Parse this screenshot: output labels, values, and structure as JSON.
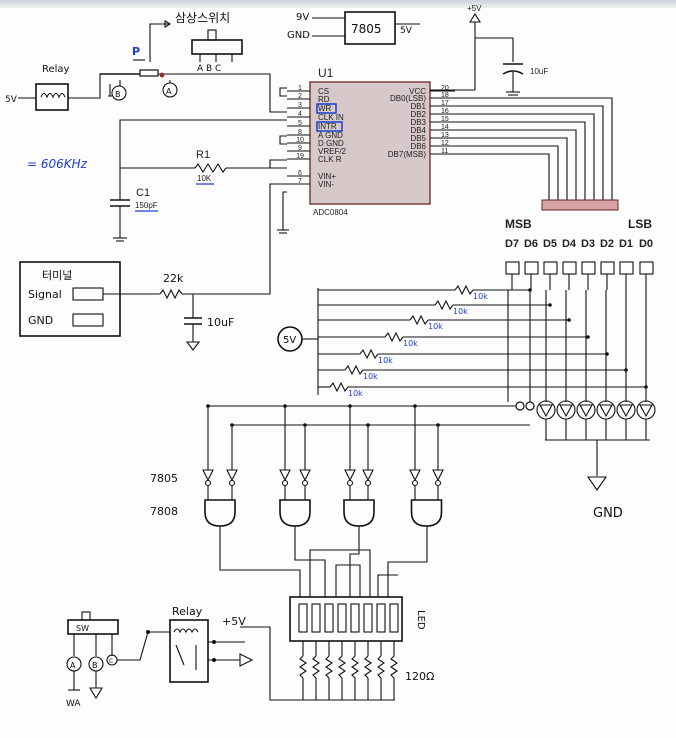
{
  "schematic": {
    "chip": {
      "ref": "U1",
      "part": "ADC0804",
      "left_pins": [
        {
          "num": "1",
          "name": "CS"
        },
        {
          "num": "2",
          "name": "RD"
        },
        {
          "num": "3",
          "name": "WR"
        },
        {
          "num": "4",
          "name": "CLK IN"
        },
        {
          "num": "5",
          "name": "INTR"
        },
        {
          "num": "8",
          "name": "A GND"
        },
        {
          "num": "10",
          "name": "D GND"
        },
        {
          "num": "9",
          "name": "VREF/2"
        },
        {
          "num": "19",
          "name": "CLK R"
        },
        {
          "num": "6",
          "name": "VIN+"
        },
        {
          "num": "7",
          "name": "VIN-"
        }
      ],
      "right_pins": [
        {
          "num": "20",
          "name": "VCC"
        },
        {
          "num": "18",
          "name": "DB0(LSB)"
        },
        {
          "num": "17",
          "name": "DB1"
        },
        {
          "num": "16",
          "name": "DB2"
        },
        {
          "num": "15",
          "name": "DB3"
        },
        {
          "num": "14",
          "name": "DB4"
        },
        {
          "num": "13",
          "name": "DB5"
        },
        {
          "num": "12",
          "name": "DB6"
        },
        {
          "num": "11",
          "name": "DB7(MSB)"
        }
      ]
    },
    "regulator": {
      "input_9v": "9V",
      "ground": "GND",
      "part": "7805",
      "output": "5V"
    },
    "supply": {
      "plus5v": "+5V",
      "cap": "10uF"
    },
    "relay_top": {
      "label": "Relay",
      "supply": "5V",
      "contact_a": "A",
      "contact_b": "B",
      "p_label": "P"
    },
    "switch_top": {
      "label": "삼상스위치",
      "pins": [
        "A",
        "B",
        "C"
      ]
    },
    "clock": {
      "freq_note": "= 606KHz",
      "r1": "R1",
      "r1_val": "10K",
      "c1": "C1",
      "c1_val": "150pF"
    },
    "terminal": {
      "title": "터미널",
      "signal": "Signal",
      "gnd": "GND"
    },
    "input_filter": {
      "resistor": "22k",
      "cap": "10uF"
    },
    "bits": {
      "msb": "MSB",
      "lsb": "LSB",
      "labels": [
        "D7",
        "D6",
        "D5",
        "D4",
        "D3",
        "D2",
        "D1",
        "D0"
      ]
    },
    "pull_resistors": [
      "10k",
      "10k",
      "10k",
      "10k",
      "10k",
      "10k",
      "10k"
    ],
    "vcc_circle": "5V",
    "gate_labels": {
      "top": "7805",
      "bottom": "7808"
    },
    "led_bar": "LED",
    "led_resistor": "120Ω",
    "bottom": {
      "sw": "SW",
      "relay": "Relay",
      "plus5v": "+5V",
      "pin_a": "A",
      "pin_b": "B",
      "pin_c": "C",
      "wa": "WA"
    },
    "ground_label": "GND"
  }
}
